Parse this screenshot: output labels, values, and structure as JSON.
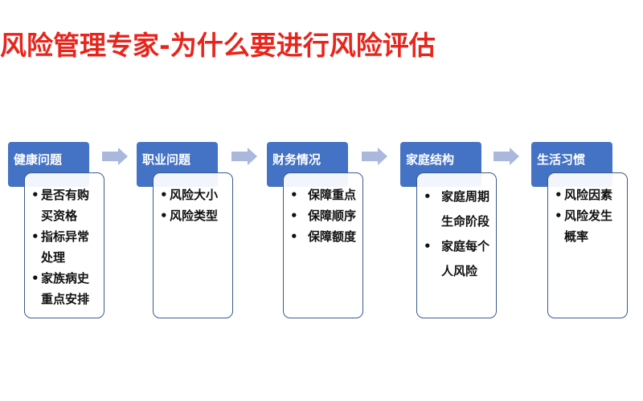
{
  "title": "风险管理专家-为什么要进行风险评估",
  "colors": {
    "title": "#e8251c",
    "header_bg": "#4472c4",
    "arrow": "#a9b8dc",
    "box_border": "#3a5a8c"
  },
  "stages": [
    {
      "header": "健康问题",
      "items": [
        "是否有购买资格",
        "指标异常处理",
        "家族病史重点安排"
      ]
    },
    {
      "header": "职业问题",
      "items": [
        "风险大小",
        "风险类型"
      ]
    },
    {
      "header": "财务情况",
      "items": [
        "保障重点",
        "保障顺序",
        "保障额度"
      ]
    },
    {
      "header": "家庭结构",
      "items": [
        "家庭周期生命阶段",
        "家庭每个人风险"
      ]
    },
    {
      "header": "生活习惯",
      "items": [
        "风险因素",
        "风险发生概率"
      ]
    }
  ],
  "bullet": "•",
  "arrow_icon": "right-arrow-icon"
}
